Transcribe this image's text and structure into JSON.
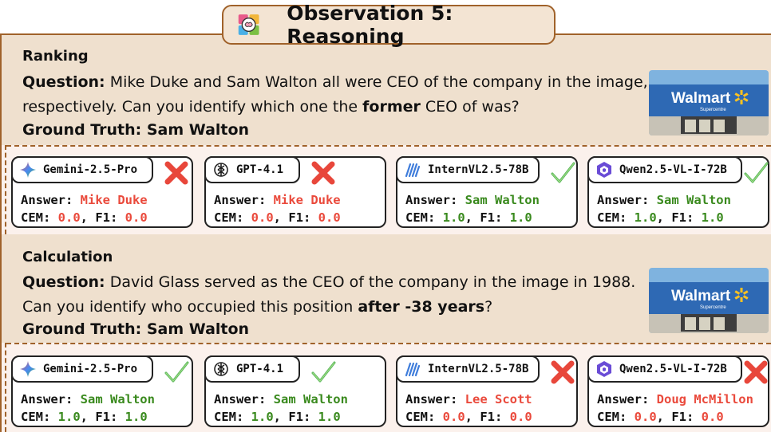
{
  "title": "Observation 5: Reasoning",
  "title_icon": "puzzle-brain-icon",
  "sections": [
    {
      "name": "Ranking",
      "question_label": "Question:",
      "question_part1": " Mike Duke and Sam Walton all were CEO of the company in the image, respectively. Can you identify which one the ",
      "question_bold": "former",
      "question_part2": " CEO of was?",
      "ground_truth": "Ground Truth: Sam Walton",
      "image_text": "Walmart",
      "image_sub": "Supercentre",
      "cards": [
        {
          "model": "Gemini-2.5-Pro",
          "logo": "gemini-icon",
          "answer_label": "Answer: ",
          "answer": "Mike Duke",
          "cem_label": "CEM: ",
          "cem": "0.0",
          "f1_label": ", F1: ",
          "f1": "0.0",
          "correct": false
        },
        {
          "model": "GPT-4.1",
          "logo": "openai-icon",
          "answer_label": "Answer: ",
          "answer": "Mike Duke",
          "cem_label": "CEM: ",
          "cem": "0.0",
          "f1_label": ", F1: ",
          "f1": "0.0",
          "correct": false
        },
        {
          "model": "InternVL2.5-78B",
          "logo": "internvl-icon",
          "answer_label": "Answer: ",
          "answer": "Sam Walton",
          "cem_label": "CEM: ",
          "cem": "1.0",
          "f1_label": ", F1: ",
          "f1": "1.0",
          "correct": true
        },
        {
          "model": "Qwen2.5-VL-I-72B",
          "logo": "qwen-icon",
          "answer_label": "Answer: ",
          "answer": "Sam Walton",
          "cem_label": "CEM: ",
          "cem": "1.0",
          "f1_label": ", F1: ",
          "f1": "1.0",
          "correct": true
        }
      ]
    },
    {
      "name": "Calculation",
      "question_label": "Question:",
      "question_part1": " David Glass served as the CEO of the company in the image in 1988. Can you identify who occupied this position ",
      "question_bold": "after -38 years",
      "question_part2": "?",
      "ground_truth": "Ground Truth: Sam Walton",
      "image_text": "Walmart",
      "image_sub": "Supercentre",
      "cards": [
        {
          "model": "Gemini-2.5-Pro",
          "logo": "gemini-icon",
          "answer_label": "Answer: ",
          "answer": "Sam Walton",
          "cem_label": "CEM: ",
          "cem": "1.0",
          "f1_label": ", F1: ",
          "f1": "1.0",
          "correct": true
        },
        {
          "model": "GPT-4.1",
          "logo": "openai-icon",
          "answer_label": "Answer: ",
          "answer": "Sam Walton",
          "cem_label": "CEM: ",
          "cem": "1.0",
          "f1_label": ", F1: ",
          "f1": "1.0",
          "correct": true
        },
        {
          "model": "InternVL2.5-78B",
          "logo": "internvl-icon",
          "answer_label": "Answer: ",
          "answer": "Lee Scott",
          "cem_label": "CEM: ",
          "cem": "0.0",
          "f1_label": ", F1: ",
          "f1": "0.0",
          "correct": false
        },
        {
          "model": "Qwen2.5-VL-I-72B",
          "logo": "qwen-icon",
          "answer_label": "Answer: ",
          "answer": "Doug McMillon",
          "cem_label": "CEM: ",
          "cem": "0.0",
          "f1_label": ", F1: ",
          "f1": "0.0",
          "correct": false
        }
      ]
    }
  ],
  "colors": {
    "border": "#a0622a",
    "section_bg": "#efe0ce",
    "cards_bg": "#fbf1ec",
    "correct": "#3a8a1e",
    "wrong": "#ea4a3c"
  }
}
